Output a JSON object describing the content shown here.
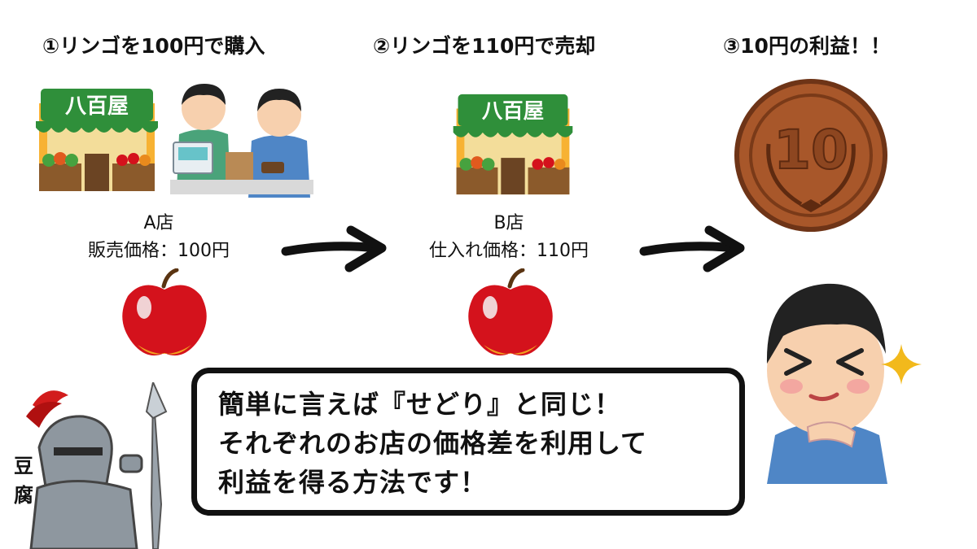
{
  "steps": [
    {
      "label": "①リンゴを100円で購入"
    },
    {
      "label": "②リンゴを110円で売却"
    },
    {
      "label": "③10円の利益！！"
    }
  ],
  "store_a": {
    "name": "A店",
    "price_line": "販売価格：100円"
  },
  "store_b": {
    "name": "B店",
    "price_line": "仕入れ価格：110円"
  },
  "shop_sign": "八百屋",
  "coin_value": "10",
  "callout": {
    "lines": [
      "簡単に言えば『せどり』と同じ！",
      "それぞれのお店の価格差を利用して",
      "利益を得る方法です！"
    ]
  },
  "author": {
    "chars": [
      "豆",
      "腐"
    ]
  },
  "colors": {
    "awning_green": "#2f8f3a",
    "apple_red": "#d4121c",
    "coin_bronze": "#a8572a",
    "shirt_blue": "#4f86c6",
    "sparkle_yellow": "#f2b91c"
  }
}
